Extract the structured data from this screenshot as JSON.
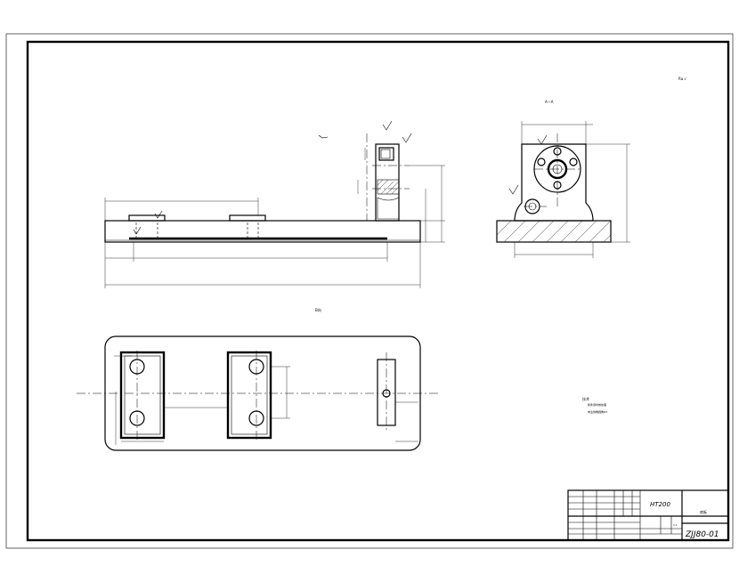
{
  "title_block": {
    "material": "HT200",
    "drawing_number": "ZJJ80-01",
    "part_name": "底板",
    "scale_label": "1:1"
  },
  "roughness_note": "Ra √",
  "notes": {
    "heading": "技术",
    "line1": "铸件须时效处理",
    "line2": "未注倒角圆角R3"
  },
  "view_labels": {
    "section_a": "A—A",
    "view_b": "B向"
  }
}
